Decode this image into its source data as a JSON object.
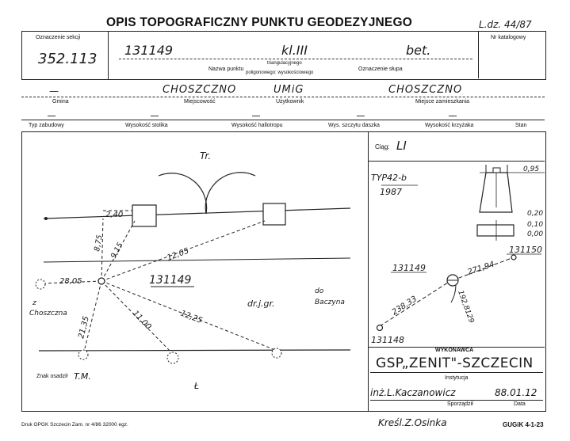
{
  "form": {
    "title": "OPIS TOPOGRAFICZNY PUNKTU GEODEZYJNEGO",
    "ldz": "L.dz. 44/87",
    "footer_left": "Druk OPGK Szczecin Zam. nr 4/86   32000 egz.",
    "footer_right": "GUGiK 4-1-23"
  },
  "header": {
    "section_label": "Oznaczenie sekcji",
    "section_value": "352.113",
    "catalog_label": "Nr katalogowy",
    "point_name": "131149",
    "point_name_label": "Nazwa punktu",
    "class_value": "kl.III",
    "class_label_1": "triangulacyjnego",
    "class_label_2": "poligonowego: wysokościowego",
    "pillar_value": "bet.",
    "pillar_label": "Oznaczenie słupa"
  },
  "location": {
    "gmina_value": "—",
    "gmina_label": "Gmina",
    "miejscowosc_value": "CHOSZCZNO",
    "miejscowosc_label": "Miejscowość",
    "uzytkownik_value": "UMiG",
    "uzytkownik_label": "Użytkownik",
    "zamieszkanie_value": "CHOSZCZNO",
    "zamieszkanie_label": "Miejsce zamieszkania"
  },
  "row3": {
    "typ_label": "Typ zabudowy",
    "stolik_label": "Wysokość stolika",
    "hallotrop_label": "Wysokość hallotropu",
    "daszek_label": "Wys. szczytu daszka",
    "krzyzak_label": "Wysokość krzyżaka",
    "stan_label": "Stan"
  },
  "sketch": {
    "tr": "Tr.",
    "d240": "2,40",
    "d875": "8,75",
    "d915": "9,15",
    "d1205": "12,05",
    "d2805": "28,05",
    "d2135": "21,35",
    "d1100": "11,00",
    "d1225": "12,25",
    "point": "131149",
    "from_label_1": "z",
    "from_label_2": "Choszczna",
    "road": "dr.j.gr.",
    "to_label_1": "do",
    "to_label_2": "Baczyna",
    "l_mark": "Ł",
    "znak_label": "Znak osadził",
    "znak_value": "T.M."
  },
  "ciag": {
    "label": "Ciąg:",
    "value": "LI",
    "typ": "TYP42-b",
    "year": "1987",
    "h095": "0,95",
    "h020": "0,20",
    "h010": "0,10",
    "h000": "0,00"
  },
  "network": {
    "p1": "131149",
    "p2": "131150",
    "p3": "131148",
    "d1": "271,94",
    "d2": "238,33",
    "d3": "192,8129"
  },
  "executor": {
    "heading": "WYKONAWCA",
    "name": "GSP„ZENIT\"-SZCZECIN",
    "inst_label": "Instytucja",
    "author": "inż.L.Kaczanowicz",
    "date": "88.01.12",
    "author_label": "Sporządził",
    "date_label": "Data",
    "drawn": "Kreśl.Z.Osinka"
  }
}
